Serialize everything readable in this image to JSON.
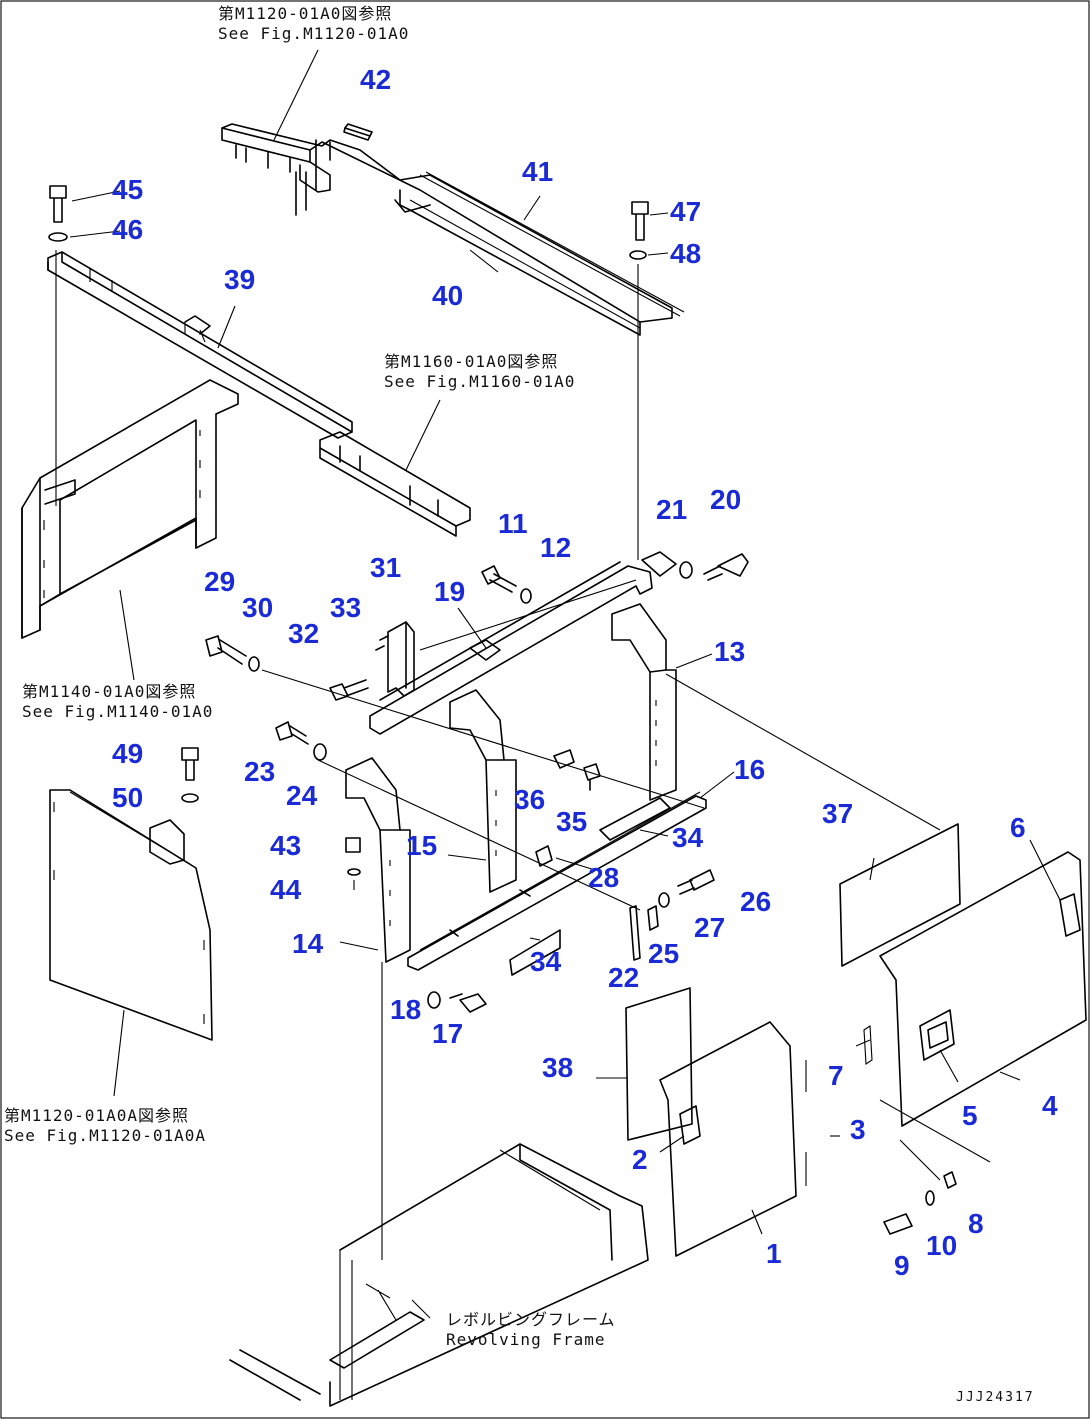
{
  "references": [
    {
      "id": "ref-m1120-top",
      "jp": "第M1120-01A0図参照",
      "en": "See Fig.M1120-01A0"
    },
    {
      "id": "ref-m1160",
      "jp": "第M1160-01A0図参照",
      "en": "See Fig.M1160-01A0"
    },
    {
      "id": "ref-m1140",
      "jp": "第M1140-01A0図参照",
      "en": "See Fig.M1140-01A0"
    },
    {
      "id": "ref-m1120-bottom",
      "jp": "第M1120-01A0A図参照",
      "en": "See Fig.M1120-01A0A"
    },
    {
      "id": "ref-revolving-frame",
      "jp": "レボルビングフレーム",
      "en": "Revolving Frame"
    }
  ],
  "drawing_code": "JJJ24317",
  "callout_color": "#1a2bd6",
  "callouts": [
    "1",
    "2",
    "3",
    "4",
    "5",
    "6",
    "7",
    "8",
    "9",
    "10",
    "11",
    "12",
    "13",
    "14",
    "15",
    "16",
    "17",
    "18",
    "19",
    "20",
    "21",
    "22",
    "23",
    "24",
    "25",
    "26",
    "27",
    "28",
    "29",
    "30",
    "31",
    "32",
    "33",
    "34",
    "34",
    "35",
    "36",
    "37",
    "38",
    "39",
    "40",
    "41",
    "42",
    "43",
    "44",
    "45",
    "46",
    "47",
    "48",
    "49",
    "50"
  ]
}
